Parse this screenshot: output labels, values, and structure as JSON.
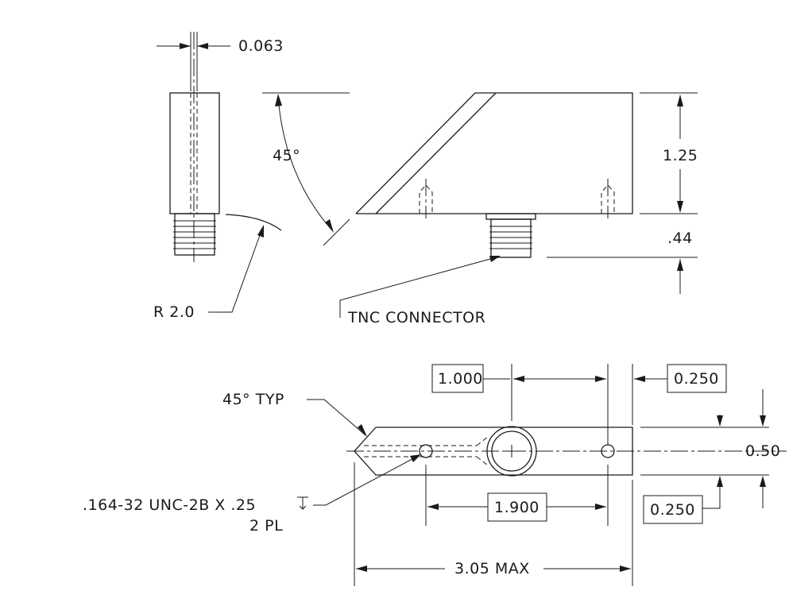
{
  "dimensions": {
    "thickness": "0.063",
    "angle": "45°",
    "height": "1.25",
    "connector_height": ".44",
    "radius": "R 2.0",
    "typ_angle": "45° TYP",
    "hole_spacing_top": "1.000",
    "end_offset_top": "0.250",
    "width": "0.50",
    "end_offset_bottom": "0.250",
    "hole_spacing_bottom": "1.900",
    "overall_length": "3.05 MAX"
  },
  "callouts": {
    "connector": "TNC CONNECTOR",
    "thread_line1": ".164-32 UNC-2B X .25",
    "thread_line2": "2 PL"
  }
}
